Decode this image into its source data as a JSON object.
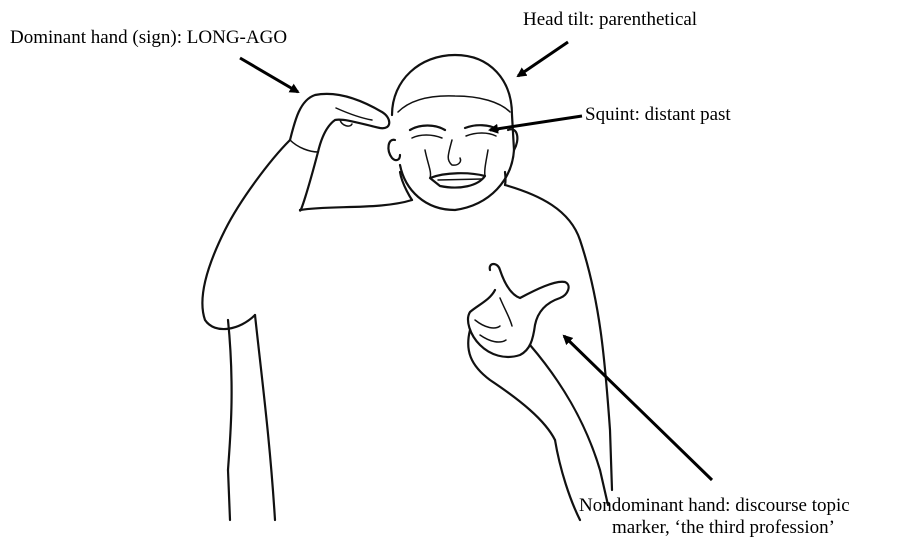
{
  "annotations": {
    "dominant_hand": "Dominant hand (sign): LONG-AGO",
    "head_tilt": "Head tilt: parenthetical",
    "squint": "Squint: distant past",
    "nondominant_line1": "Nondominant hand: discourse topic",
    "nondominant_line2": "marker, ‘the third profession’"
  },
  "colors": {
    "ink": "#111111",
    "background": "#ffffff"
  }
}
